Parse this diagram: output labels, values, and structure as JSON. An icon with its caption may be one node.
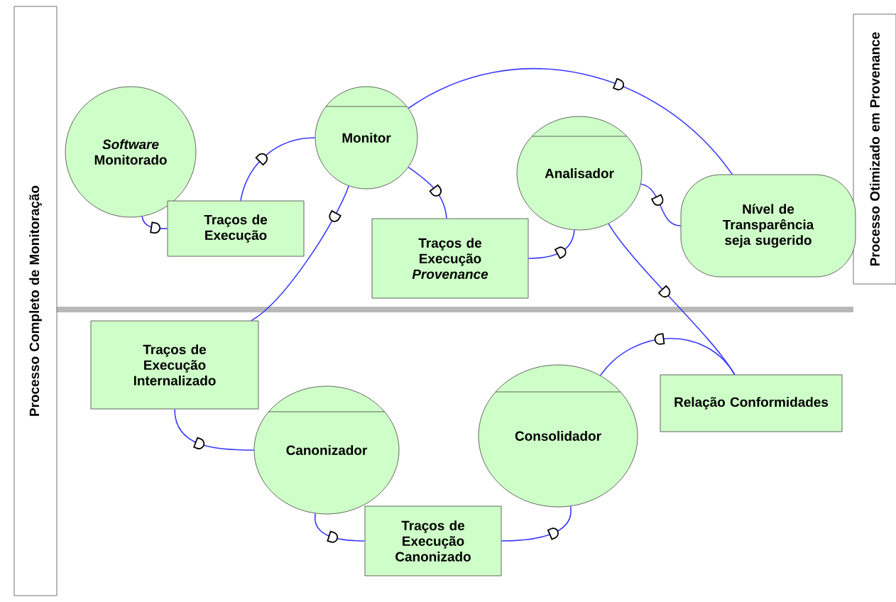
{
  "diagram": {
    "nodes": [
      {
        "text": [
          "Processo Completo de Monitoração"
        ]
      },
      {
        "text": [
          "Processo Otimizado em Provenance"
        ]
      },
      {
        "text": [
          "*Software* Monitorado"
        ]
      },
      {
        "text": [
          "Monitor"
        ]
      },
      {
        "text": [
          "Traços de Execução"
        ]
      },
      {
        "text": [
          "Analisador"
        ]
      },
      {
        "text": [
          "Traços de Execução *Provenance*"
        ]
      },
      {
        "text": [
          "Nível de Transparência seja sugerido"
        ]
      },
      {
        "text": [
          "Traços de Execução Internalizado"
        ]
      },
      {
        "text": [
          "Canonizador"
        ]
      },
      {
        "text": [
          "Consolidador"
        ]
      },
      {
        "text": [
          "Relação Conformidades"
        ]
      },
      {
        "text": [
          "Traços de Execução Canonizado"
        ]
      }
    ],
    "edges": [
      {
        "from": 2,
        "to": 4,
        "arrow": "none"
      },
      {
        "from": 4,
        "to": 3,
        "arrow": "none"
      },
      {
        "from": 3,
        "to": 7,
        "arrow": "none"
      },
      {
        "from": 3,
        "to": 6,
        "arrow": "none"
      },
      {
        "from": 6,
        "to": 5,
        "arrow": "none"
      },
      {
        "from": 5,
        "to": 7,
        "arrow": "none"
      },
      {
        "from": 5,
        "to": 11,
        "arrow": "none"
      },
      {
        "from": 3,
        "to": 8,
        "arrow": "none"
      },
      {
        "from": 8,
        "to": 9,
        "arrow": "none"
      },
      {
        "from": 9,
        "to": 12,
        "arrow": "none"
      },
      {
        "from": 12,
        "to": 10,
        "arrow": "none"
      },
      {
        "from": 11,
        "to": 10,
        "arrow": "none"
      }
    ]
  }
}
